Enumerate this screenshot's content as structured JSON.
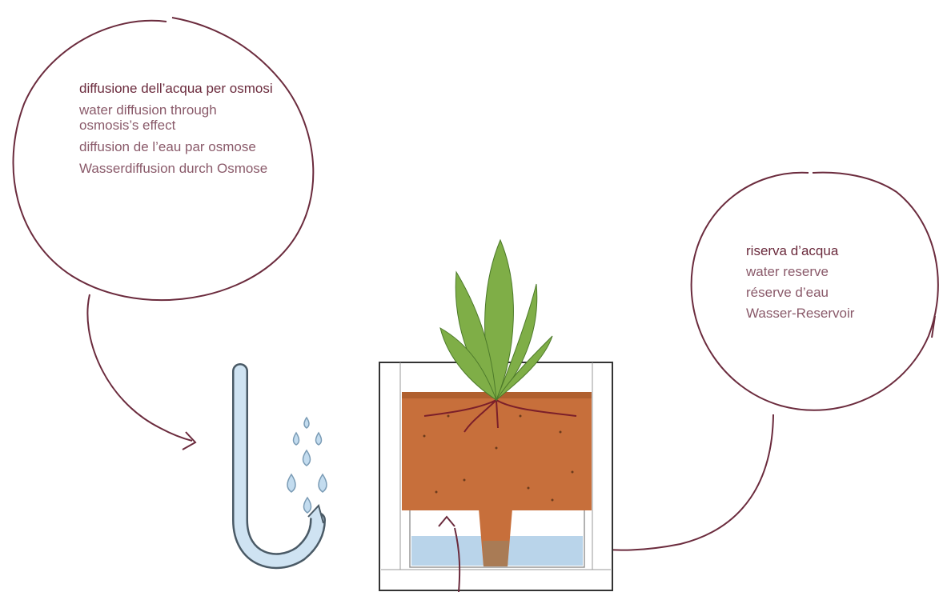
{
  "callouts": {
    "osmosis": {
      "it": "diffusione dell’acqua per osmosi",
      "en": "water diffusion through osmosis’s effect",
      "fr": "diffusion de l’eau par osmose",
      "de": "Wasserdiffusion durch Osmose"
    },
    "reserve": {
      "it": "riserva d’acqua",
      "en": "water reserve",
      "fr": "réserve d’eau",
      "de": "Wasser-Reservoir"
    }
  },
  "colors": {
    "line": "#6b2b3d",
    "text_lead": "#6b2b3d",
    "text_secondary": "#8a5a6a",
    "water": "#b9d4ea",
    "soil": "#c76f3b",
    "leaf": "#7fae47"
  },
  "icons": [
    "wick-tube-icon",
    "water-drops-icon",
    "pot-icon",
    "plant-icon",
    "arrow-icon"
  ]
}
